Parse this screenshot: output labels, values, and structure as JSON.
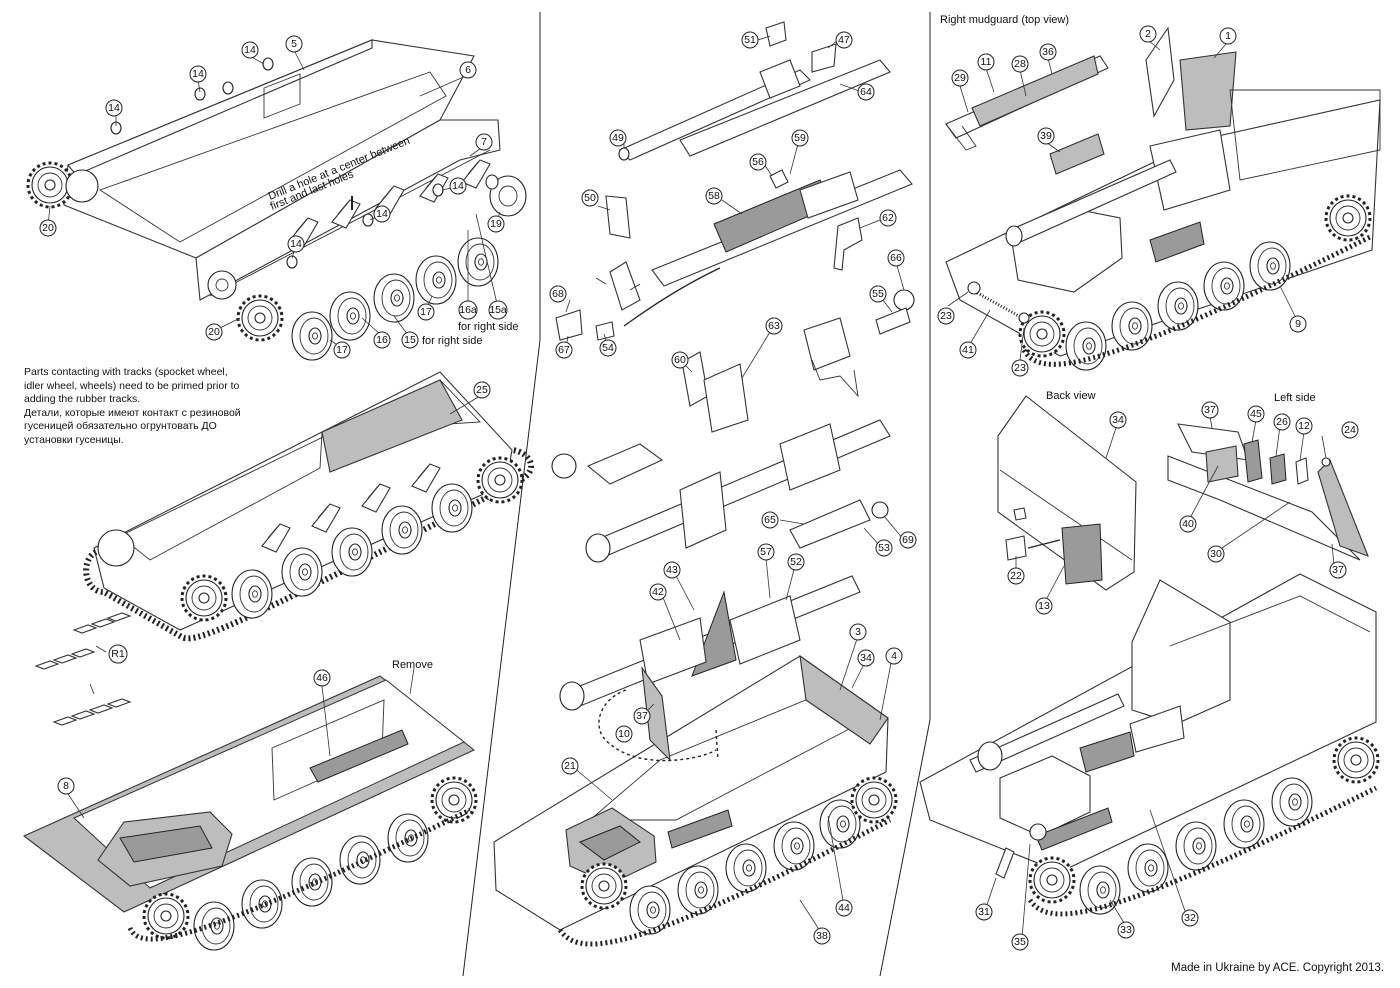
{
  "notes": {
    "en_line1": "Parts contacting with tracks (spocket wheel,",
    "en_line2": "idler wheel, wheels) need to be primed prior to",
    "en_line3": "adding the rubber tracks.",
    "ru_line1": "Детали, которые имеют контакт с резиновой",
    "ru_line2": "гусеницей обязательно огрунтовать ДО",
    "ru_line3": "установки гусеницы."
  },
  "labels": {
    "drill": "Drill a hole at a center between",
    "drill2": "first and last holes",
    "for_right_side_1": "for right side",
    "for_right_side_2": "for right side",
    "remove": "Remove",
    "right_mudguard": "Right mudguard (top view)",
    "back_view": "Back view",
    "left_side": "Left side",
    "copyright": "Made in Ukraine by ACE. Copyright 2013."
  },
  "callouts": {
    "c5": "5",
    "c14a": "14",
    "c14b": "14",
    "c14c": "14",
    "c14d": "14",
    "c14e": "14",
    "c14f": "14",
    "c6": "6",
    "c7": "7",
    "c19": "19",
    "c20a": "20",
    "c20b": "20",
    "c17a": "17",
    "c17b": "17",
    "c16": "16",
    "c15": "15",
    "c16a": "16a",
    "c15a": "15a",
    "c25": "25",
    "cR1": "R1",
    "c46": "46",
    "c8": "8",
    "c51": "51",
    "c47": "47",
    "c64": "64",
    "c49": "49",
    "c56": "56",
    "c59": "59",
    "c58": "58",
    "c50": "50",
    "c62": "62",
    "c66": "66",
    "c68": "68",
    "c67": "67",
    "c54": "54",
    "c55": "55",
    "c63": "63",
    "c60": "60",
    "c65": "65",
    "c53": "53",
    "c69": "69",
    "c43": "43",
    "c57": "57",
    "c52": "52",
    "c42": "42",
    "c3": "3",
    "c34a": "34",
    "c4": "4",
    "c37a": "37",
    "c10": "10",
    "c21": "21",
    "c44": "44",
    "c38": "38",
    "c2": "2",
    "c1": "1",
    "c29": "29",
    "c11": "11",
    "c28": "28",
    "c36": "36",
    "c39": "39",
    "c23a": "23",
    "c23b": "23",
    "c41": "41",
    "c9": "9",
    "c34b": "34",
    "c22": "22",
    "c13": "13",
    "c37b": "37",
    "c45": "45",
    "c26": "26",
    "c12": "12",
    "c24": "24",
    "c40": "40",
    "c30": "30",
    "c37c": "37",
    "c31": "31",
    "c35": "35",
    "c33": "33",
    "c32": "32"
  }
}
